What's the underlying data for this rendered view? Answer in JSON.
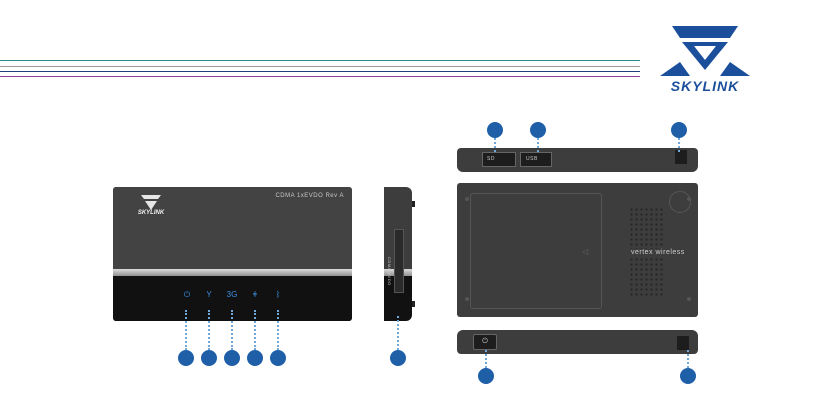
{
  "brand": {
    "name": "SKYLINK"
  },
  "front_panel": {
    "model_text": "CDMA 1xEVDO Rev A",
    "brand": "SKYLINK"
  },
  "side_panel": {
    "label_text": "CDMA/EVDO"
  },
  "bottom_panel": {
    "brand_text": "vertex wireless"
  },
  "top_panel": {
    "sd_label": "SD",
    "usb_label": "USB"
  },
  "front_leds": [
    {
      "icon": "power-icon",
      "glyph": "⏻"
    },
    {
      "icon": "signal-icon",
      "glyph": "Y"
    },
    {
      "icon": "3g-icon",
      "glyph": "3G"
    },
    {
      "icon": "usb-icon",
      "glyph": "ǂ"
    },
    {
      "icon": "bluetooth-icon",
      "glyph": "ᛒ"
    }
  ],
  "colors": {
    "accent": "#1e5fa8",
    "logo_blue": "#1b4f9c",
    "device": "#3d3d3d",
    "leader": "#6fa8dc"
  }
}
